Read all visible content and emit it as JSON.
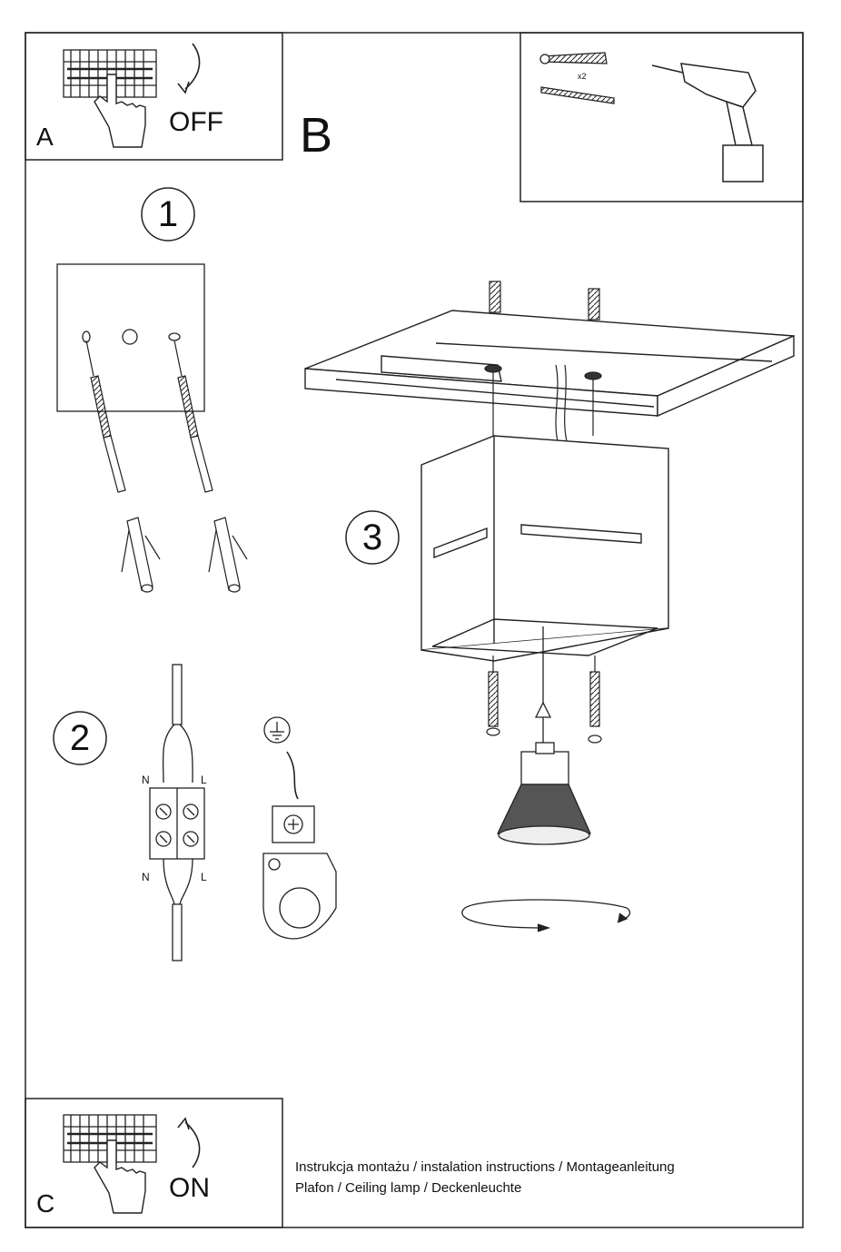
{
  "panels": {
    "a": {
      "letter": "A",
      "state": "OFF"
    },
    "b": {
      "letter": "B",
      "quantity": "x2"
    },
    "c": {
      "letter": "C",
      "state": "ON"
    }
  },
  "steps": [
    "1",
    "2",
    "3"
  ],
  "wiring": {
    "n_top": "N",
    "l_top": "L",
    "n_bottom": "N",
    "l_bottom": "L"
  },
  "caption": {
    "line1": "Instrukcja montażu / instalation instructions / Montageanleitung",
    "line2": "Plafon / Ceiling lamp / Deckenleuchte"
  }
}
